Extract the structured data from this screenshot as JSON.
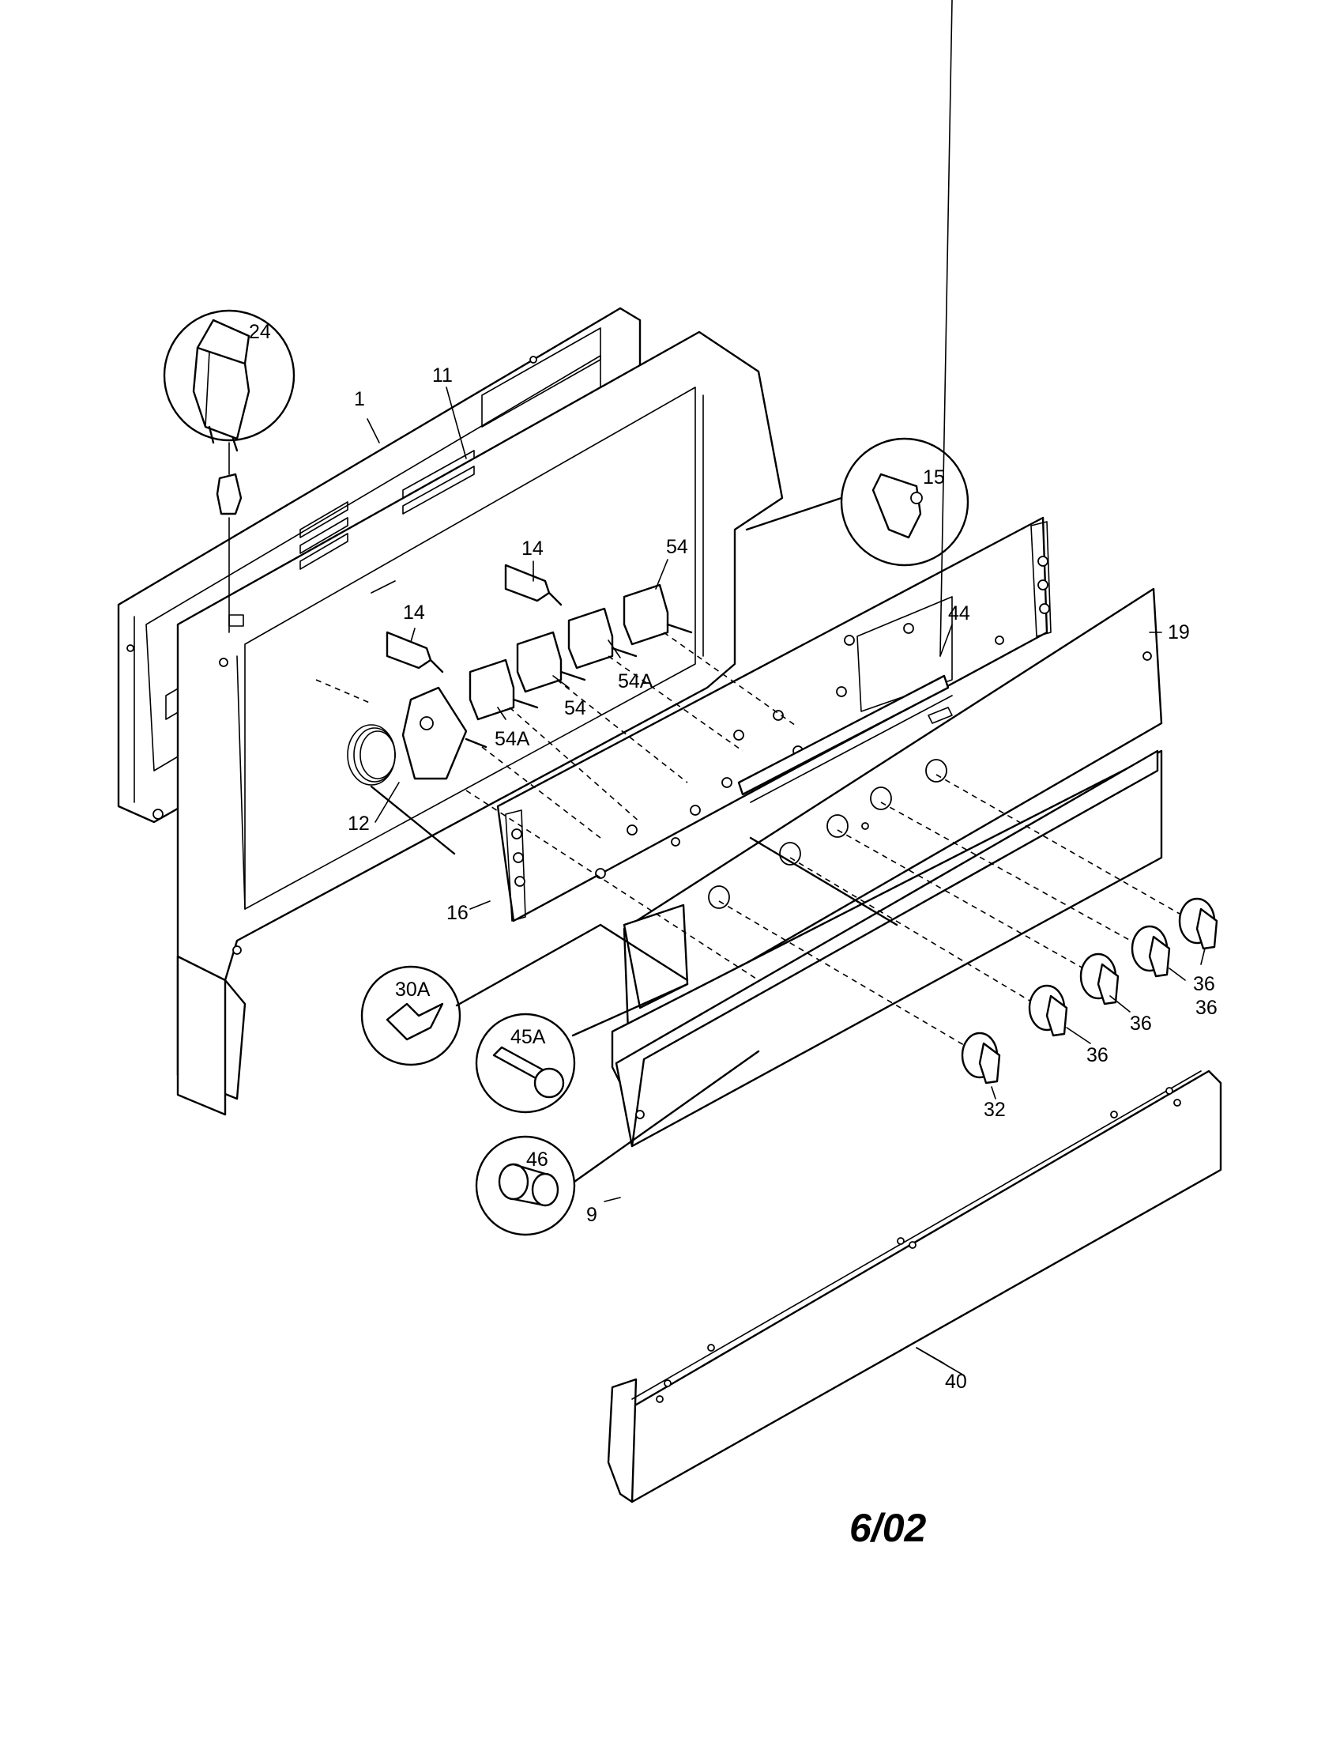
{
  "callouts": {
    "c1": "1",
    "c11": "11",
    "c24": "24",
    "c14a": "14",
    "c14b": "14",
    "c54a": "54",
    "c54b": "54",
    "c54Aa": "54A",
    "c54Ab": "54A",
    "c15": "15",
    "c44": "44",
    "c19": "19",
    "c12": "12",
    "c16": "16",
    "c30A": "30A",
    "c45A": "45A",
    "c46": "46",
    "c9": "9",
    "c32": "32",
    "c36a": "36",
    "c36b": "36",
    "c36c": "36",
    "c36d": "36",
    "c40": "40"
  },
  "revision_date": "6/02"
}
